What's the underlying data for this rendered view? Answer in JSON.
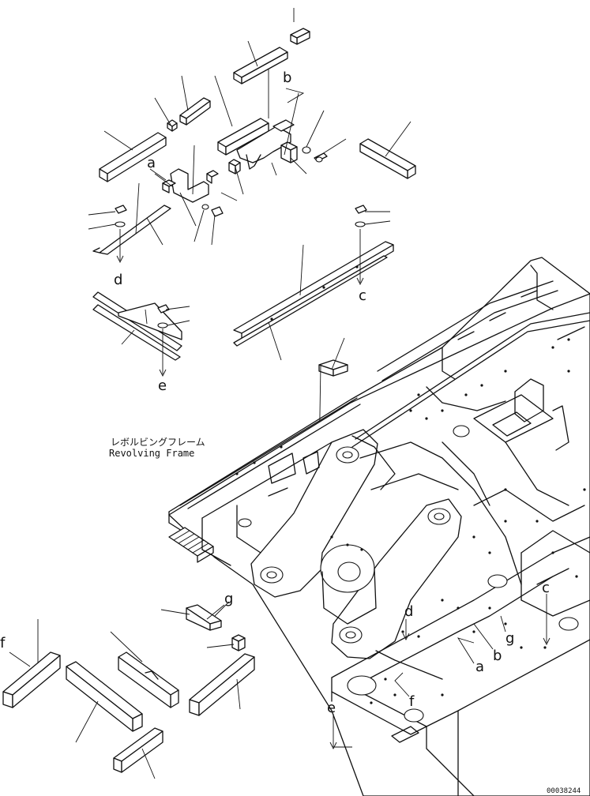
{
  "caption": {
    "jp": "レボルビングフレーム",
    "en": "Revolving Frame"
  },
  "callouts": {
    "a1": "a",
    "b1": "b",
    "c1": "c",
    "d1": "d",
    "e1": "e",
    "f1": "f",
    "g1": "g",
    "a2": "a",
    "b2": "b",
    "c2": "c",
    "d2": "d",
    "e2": "e",
    "f2": "f",
    "g2": "g"
  },
  "diagram_id": "00038244"
}
